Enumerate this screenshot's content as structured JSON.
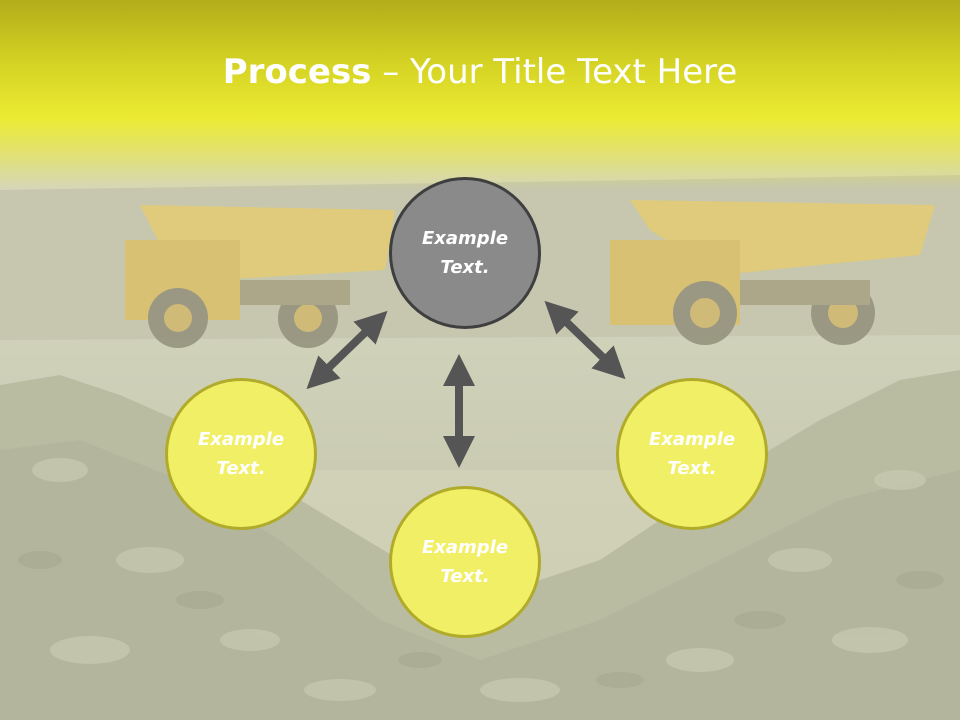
{
  "title": {
    "bold": "Process",
    "rest": " – Your Title Text Here"
  },
  "nodes": {
    "top": "Example\nText.",
    "left": "Example\nText.",
    "bottom": "Example\nText.",
    "right": "Example\nText."
  },
  "colors": {
    "title_band": "#e5e530",
    "center_circle_fill": "#8a8a8a",
    "outer_circle_fill": "#f1ef66",
    "outer_circle_border": "#b0ab2a",
    "arrow": "#555555"
  }
}
